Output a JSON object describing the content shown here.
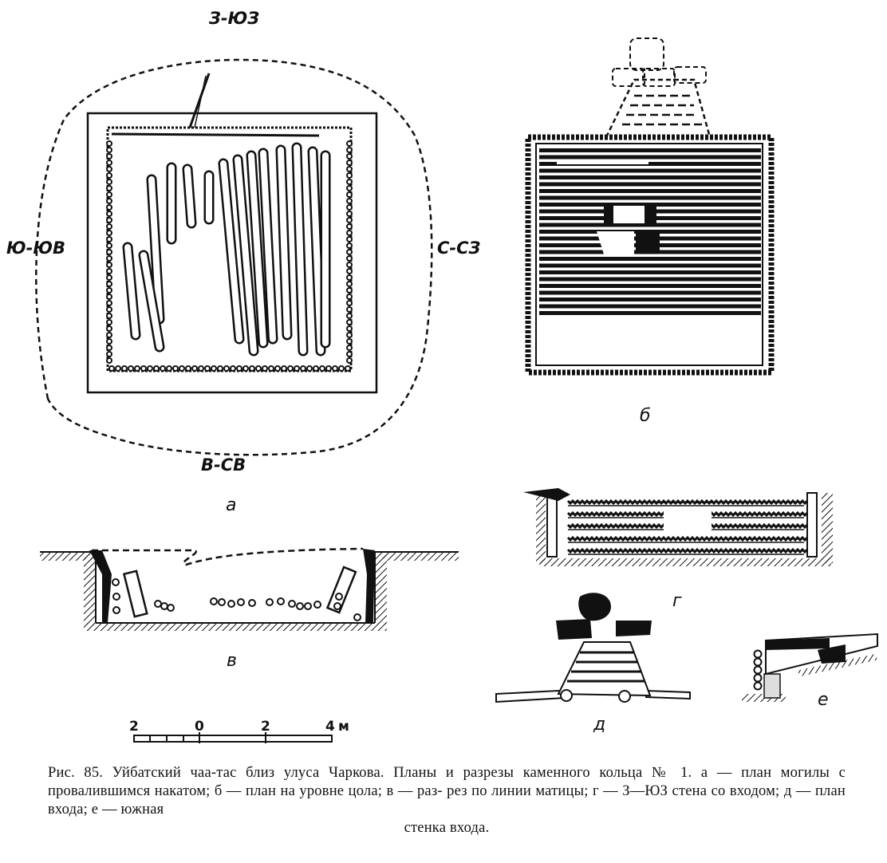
{
  "figure": {
    "panel_a": {
      "letter": "а",
      "directions": {
        "top": "З-ЮЗ",
        "left": "Ю-ЮВ",
        "right": "С-СЗ",
        "bottom": "В-СВ"
      }
    },
    "panel_b": {
      "letter": "б"
    },
    "panel_v": {
      "letter": "в"
    },
    "panel_g": {
      "letter": "г"
    },
    "panel_d": {
      "letter": "д"
    },
    "panel_e": {
      "letter": "е"
    },
    "scale_bar": {
      "ticks": [
        "2",
        "0",
        "2",
        "4"
      ],
      "unit": "м"
    }
  },
  "caption": {
    "line1": "Рис. 85. Уйбатский чаа-тас близ улуса Чаркова. Планы и разрезы каменного кольца",
    "line2": "№ 1. а — план могилы с провалившимся накатом; б — план на уровне цола; в — раз-",
    "line3": "рез по линии матицы; г — З—ЮЗ стена со входом; д — план входа; е — южная",
    "line4": "стенка входа."
  }
}
